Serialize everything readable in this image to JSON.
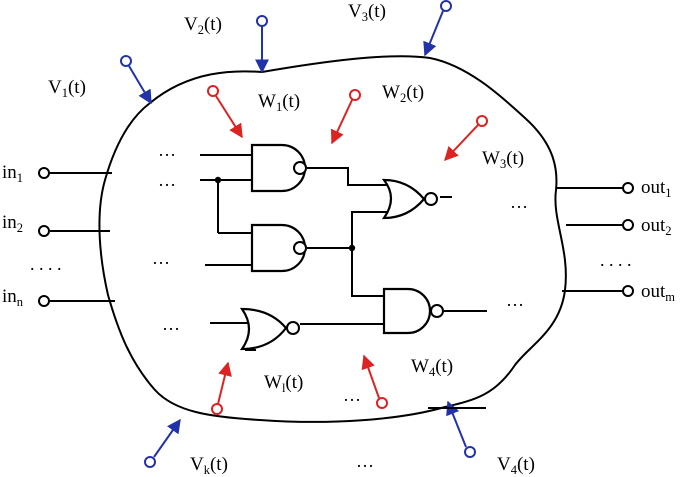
{
  "inputs": {
    "in1": {
      "base": "in",
      "sub": "1"
    },
    "in2": {
      "base": "in",
      "sub": "2"
    },
    "inn": {
      "base": "in",
      "sub": "n"
    },
    "ellipsis": ". . . ."
  },
  "outputs": {
    "out1": {
      "base": "out",
      "sub": "1"
    },
    "out2": {
      "base": "out",
      "sub": "2"
    },
    "outm": {
      "base": "out",
      "sub": "m"
    },
    "ellipsis": ". . . ."
  },
  "voltages": {
    "v1": {
      "base": "V",
      "sub": "1",
      "tail": "(t)"
    },
    "v2": {
      "base": "V",
      "sub": "2",
      "tail": "(t)"
    },
    "v3": {
      "base": "V",
      "sub": "3",
      "tail": "(t)"
    },
    "v4": {
      "base": "V",
      "sub": "4",
      "tail": "(t)"
    },
    "vk": {
      "base": "V",
      "sub": "k",
      "tail": "(t)"
    },
    "ellipsis": "…",
    "color": "#2233aa"
  },
  "disturbances": {
    "w1": {
      "base": "W",
      "sub": "1",
      "tail": "(t)"
    },
    "w2": {
      "base": "W",
      "sub": "2",
      "tail": "(t)"
    },
    "w3": {
      "base": "W",
      "sub": "3",
      "tail": "(t)"
    },
    "w4": {
      "base": "W",
      "sub": "4",
      "tail": "(t)"
    },
    "wl": {
      "base": "W",
      "sub": "l",
      "tail": "(t)"
    },
    "ellipsis": "…",
    "color": "#dd2222"
  },
  "internal_ellipsis": "…"
}
